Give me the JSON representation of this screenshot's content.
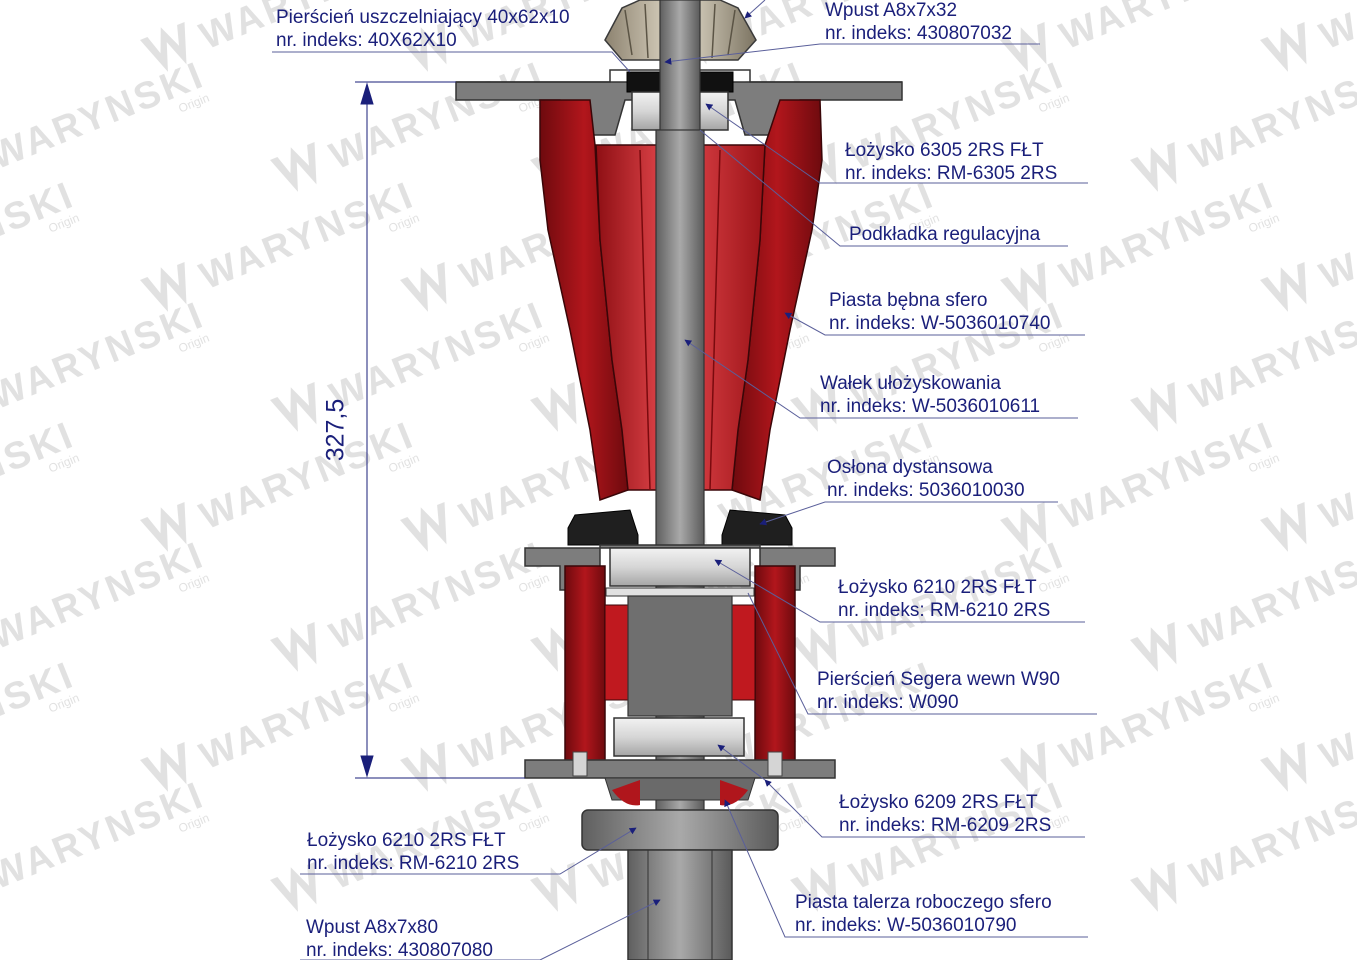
{
  "watermark": {
    "brand": "WARYNSKI",
    "tagline": "Origin",
    "color": "#c9c9c9"
  },
  "colors": {
    "label": "#1a1f7a",
    "casting": "#c0191f",
    "steel": "#8a8a8a"
  },
  "dimension": {
    "value": "327,5"
  },
  "callouts": [
    {
      "id": "seal-ring",
      "title": "Pierścień uszczelniający 40x62x10",
      "code": "nr. indeks: 40X62X10"
    },
    {
      "id": "key-top",
      "title": "Wpust A8x7x32",
      "code": "nr. indeks: 430807032"
    },
    {
      "id": "bearing-6305",
      "title": "Łożysko 6305 2RS FŁT",
      "code": "nr. indeks: RM-6305 2RS"
    },
    {
      "id": "adjust-washer",
      "title": "Podkładka regulacyjna",
      "code": ""
    },
    {
      "id": "drum-hub",
      "title": "Piasta bębna sfero",
      "code": "nr. indeks: W-5036010740"
    },
    {
      "id": "shaft",
      "title": "Wałek ułożyskowania",
      "code": "nr. indeks: W-5036010611"
    },
    {
      "id": "spacer-cover",
      "title": "Osłona dystansowa",
      "code": "nr. indeks: 5036010030"
    },
    {
      "id": "bearing-6210-a",
      "title": "Łożysko 6210 2RS FŁT",
      "code": "nr. indeks: RM-6210 2RS"
    },
    {
      "id": "circlip",
      "title": "Pierścień Segera wewn W90",
      "code": "nr. indeks: W090"
    },
    {
      "id": "bearing-6209",
      "title": "Łożysko 6209 2RS FŁT",
      "code": "nr. indeks: RM-6209 2RS"
    },
    {
      "id": "bearing-6210-b",
      "title": "Łożysko 6210 2RS FŁT",
      "code": "nr. indeks: RM-6210 2RS"
    },
    {
      "id": "plate-hub",
      "title": "Piasta talerza roboczego sfero",
      "code": "nr. indeks: W-5036010790"
    },
    {
      "id": "key-bottom",
      "title": "Wpust A8x7x80",
      "code": "nr. indeks: 430807080"
    }
  ]
}
